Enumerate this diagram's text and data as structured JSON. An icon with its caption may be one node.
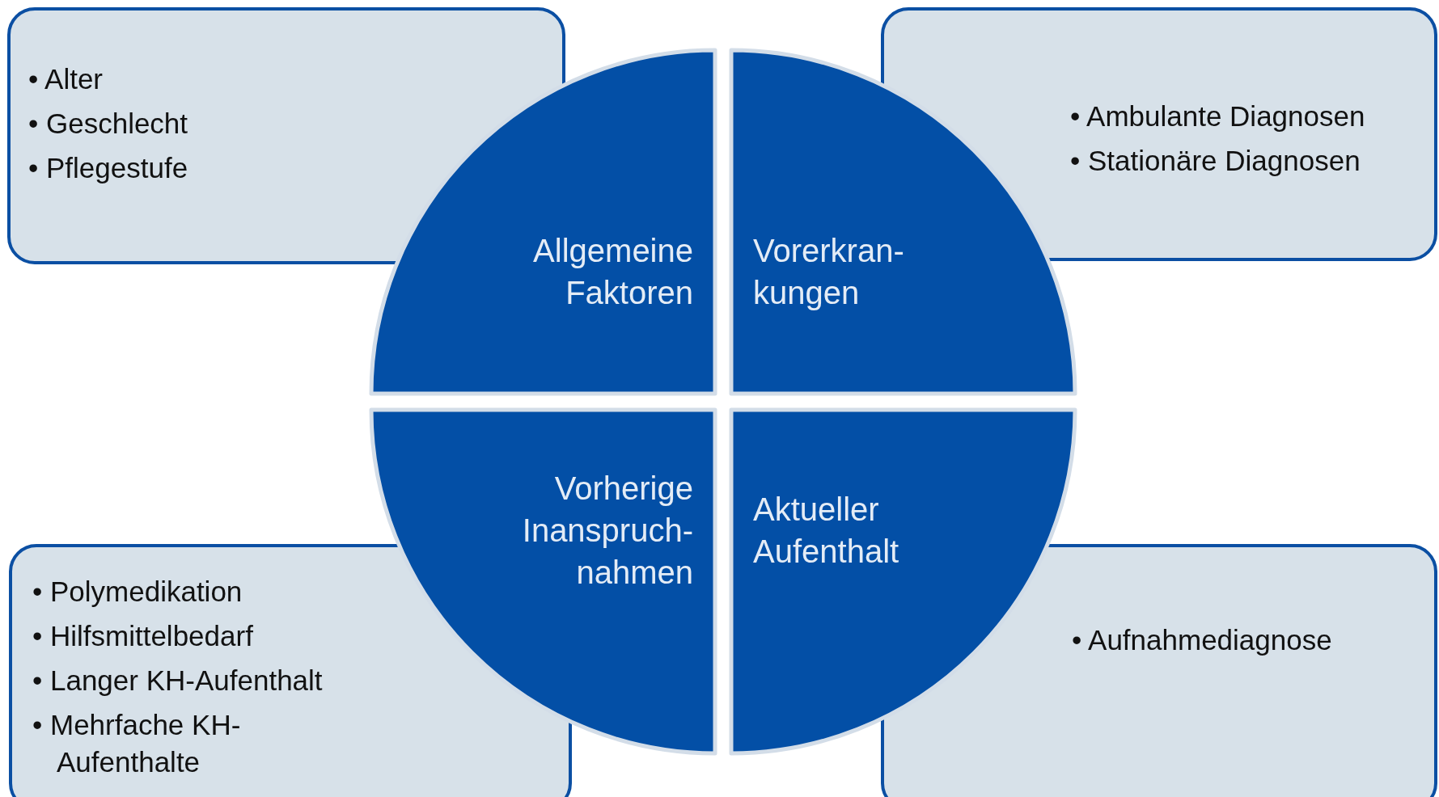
{
  "diagram": {
    "nodes": [
      {
        "text": [
          "• Alter",
          "• Geschlecht",
          "• Pflegestufe"
        ]
      },
      {
        "text": [
          "• Ambulante Diagnosen",
          "• Stationäre Diagnosen"
        ]
      },
      {
        "text": [
          "• Polymedikation",
          "• Hilfsmittelbedarf",
          "• Langer KH-Aufenthalt",
          "• Mehrfache KH-Aufenthalte"
        ]
      },
      {
        "text": [
          "• Aufnahmediagnose"
        ]
      },
      {
        "text": [
          "Allgemeine Faktoren"
        ]
      },
      {
        "text": [
          "Vorerkran- kungen"
        ]
      },
      {
        "text": [
          "Vorherige Inanspruch- nahmen"
        ]
      },
      {
        "text": [
          "Aktueller Aufenthalt"
        ]
      }
    ],
    "edges": []
  }
}
